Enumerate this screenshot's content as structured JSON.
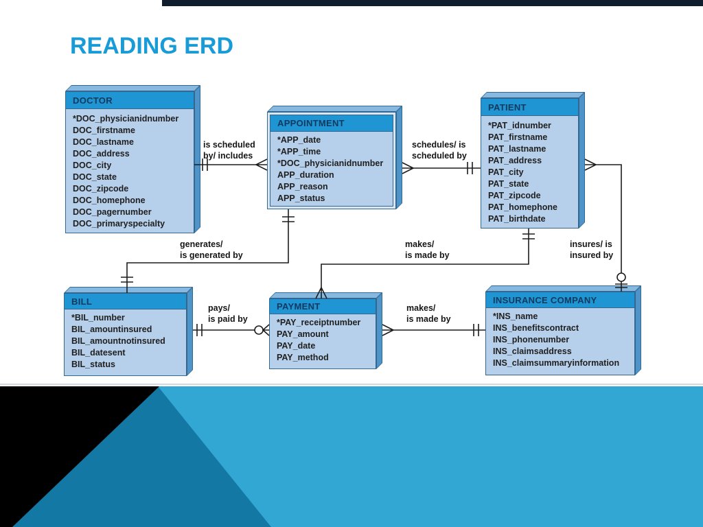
{
  "slide": {
    "title": "READING ERD"
  },
  "theme": {
    "title_color": "#189bd7",
    "entity_header_bg": "#2095d3",
    "entity_header_text": "#12395e",
    "entity_body_bg": "#b6cfea",
    "entity_border": "#34678f",
    "connector_color": "#1c1c1c",
    "top_bar_color": "#101d2c",
    "deco_black": "#000000",
    "deco_dark_blue": "#1478a5",
    "deco_cyan": "#33a7d4"
  },
  "entities": [
    {
      "name": "DOCTOR",
      "attributes": [
        "*DOC_physicianidnumber",
        "DOC_firstname",
        "DOC_lastname",
        "DOC_address",
        "DOC_city",
        "DOC_state",
        "DOC_zipcode",
        "DOC_homephone",
        "DOC_pagernumber",
        "DOC_primaryspecialty"
      ]
    },
    {
      "name": "APPOINTMENT",
      "attributes": [
        "*APP_date",
        "*APP_time",
        "*DOC_physicianidnumber",
        "APP_duration",
        "APP_reason",
        "APP_status"
      ]
    },
    {
      "name": "PATIENT",
      "attributes": [
        "*PAT_idnumber",
        "PAT_firstname",
        "PAT_lastname",
        "PAT_address",
        "PAT_city",
        "PAT_state",
        "PAT_zipcode",
        "PAT_homephone",
        "PAT_birthdate"
      ]
    },
    {
      "name": "BILL",
      "attributes": [
        "*BIL_number",
        "BIL_amountinsured",
        "BIL_amountnotinsured",
        "BIL_datesent",
        "BIL_status"
      ]
    },
    {
      "name": "PAYMENT",
      "attributes": [
        "*PAY_receiptnumber",
        "PAY_amount",
        "PAY_date",
        "PAY_method"
      ]
    },
    {
      "name": "INSURANCE COMPANY",
      "attributes": [
        "*INS_name",
        "INS_benefitscontract",
        "INS_phonenumber",
        "INS_claimsaddress",
        "INS_claimsummaryinformation"
      ]
    }
  ],
  "relationships": [
    {
      "between": "DOCTOR-APPOINTMENT",
      "lines": [
        "is scheduled",
        "by/ includes"
      ]
    },
    {
      "between": "APPOINTMENT-PATIENT",
      "lines": [
        "schedules/ is",
        "scheduled by"
      ]
    },
    {
      "between": "APPOINTMENT-BILL",
      "lines": [
        "generates/",
        "is generated by"
      ]
    },
    {
      "between": "PATIENT-PAYMENT",
      "lines": [
        "makes/",
        "is made by"
      ]
    },
    {
      "between": "PATIENT-INSURANCE",
      "lines": [
        "insures/ is",
        "insured by"
      ]
    },
    {
      "between": "BILL-PAYMENT",
      "lines": [
        "pays/",
        "is paid by"
      ]
    },
    {
      "between": "PAYMENT-INSURANCE",
      "lines": [
        "makes/",
        "is made by"
      ]
    }
  ]
}
